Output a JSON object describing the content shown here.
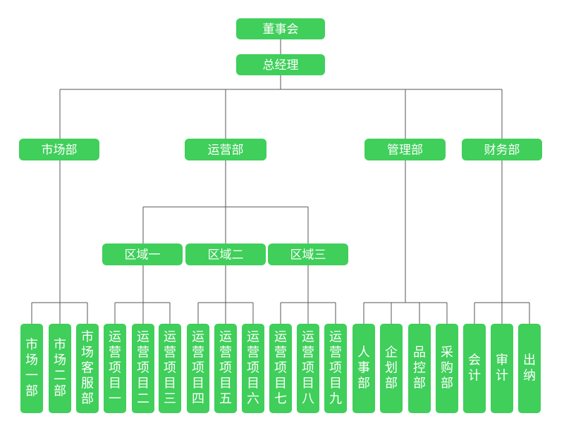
{
  "colors": {
    "box_fill": "#3fcf5a",
    "line": "#555555",
    "text": "#ffffff"
  },
  "nodes": {
    "board": "董事会",
    "gm": "总经理",
    "market": "市场部",
    "ops": "运营部",
    "mgmt": "管理部",
    "finance": "财务部",
    "zone1": "区域一",
    "zone2": "区域二",
    "zone3": "区域三",
    "market1": "市场一部",
    "market2": "市场二部",
    "cs": "市场客服部",
    "proj1": "运营项目一",
    "proj2": "运营项目二",
    "proj3": "运营项目三",
    "proj4": "运营项目四",
    "proj5": "运营项目五",
    "proj6": "运营项目六",
    "proj7": "运营项目七",
    "proj8": "运营项目八",
    "proj9": "运营项目九",
    "hr": "人事部",
    "plan": "企划部",
    "qc": "品控部",
    "purchase": "采购部",
    "accounting": "会计",
    "audit": "审计",
    "cashier": "出纳"
  }
}
